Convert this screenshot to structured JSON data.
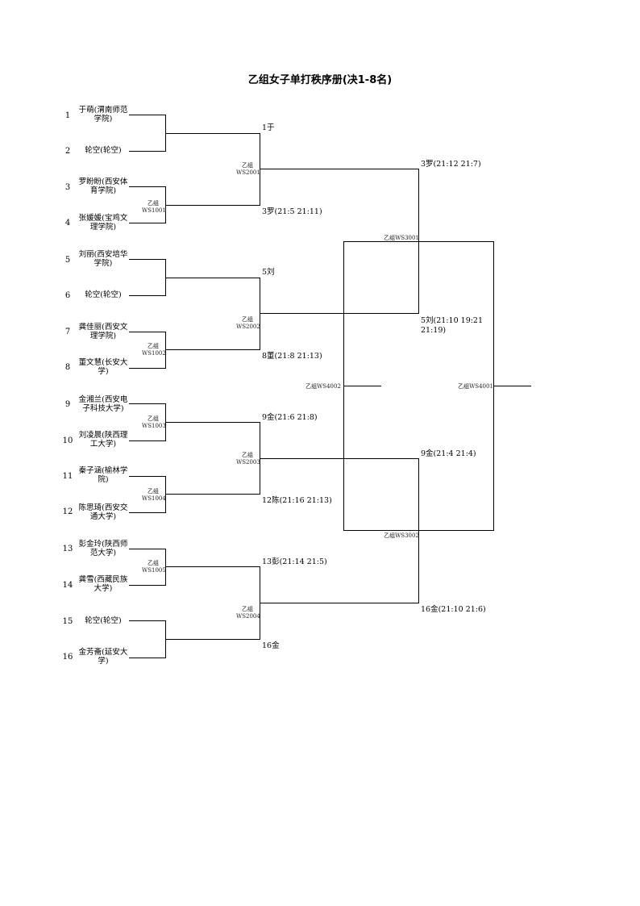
{
  "title": "乙组女子单打秩序册(决1-8名)",
  "players": [
    {
      "seed": "1",
      "name": "于萌(渭南师范学院)"
    },
    {
      "seed": "2",
      "name": "轮空(轮空)"
    },
    {
      "seed": "3",
      "name": "罗盼盼(西安体育学院)"
    },
    {
      "seed": "4",
      "name": "张媛媛(宝鸡文理学院)"
    },
    {
      "seed": "5",
      "name": "刘丽(西安培华学院)"
    },
    {
      "seed": "6",
      "name": "轮空(轮空)"
    },
    {
      "seed": "7",
      "name": "龚佳丽(西安文理学院)"
    },
    {
      "seed": "8",
      "name": "董文慧(长安大学)"
    },
    {
      "seed": "9",
      "name": "金湘兰(西安电子科技大学)"
    },
    {
      "seed": "10",
      "name": "刘凌晨(陕西理工大学)"
    },
    {
      "seed": "11",
      "name": "秦子涵(榆林学院)"
    },
    {
      "seed": "12",
      "name": "陈思琦(西安交通大学)"
    },
    {
      "seed": "13",
      "name": "彭金玲(陕西师范大学)"
    },
    {
      "seed": "14",
      "name": "龚雪(西藏民族大学)"
    },
    {
      "seed": "15",
      "name": "轮空(轮空)"
    },
    {
      "seed": "16",
      "name": "金芳斋(延安大学)"
    }
  ],
  "round1_codes": [
    {
      "group": "乙组",
      "code": "WS1001"
    },
    {
      "group": "乙组",
      "code": "WS1002"
    },
    {
      "group": "乙组",
      "code": "WS1003"
    },
    {
      "group": "乙组",
      "code": "WS1004"
    },
    {
      "group": "乙组",
      "code": "WS1005"
    }
  ],
  "round2_codes": [
    {
      "group": "乙组",
      "code": "WS2001"
    },
    {
      "group": "乙组",
      "code": "WS2002"
    },
    {
      "group": "乙组",
      "code": "WS2003"
    },
    {
      "group": "乙组",
      "code": "WS2004"
    }
  ],
  "round1_results": [
    "1于",
    "3罗(21:5 21:11)",
    "5刘",
    "8董(21:8 21:13)",
    "9金(21:6 21:8)",
    "12陈(21:16 21:13)",
    "13彭(21:14 21:5)",
    "16金"
  ],
  "round2_results": [
    "3罗(21:12 21:7)",
    "5刘(21:10 19:21 21:19)",
    "9金(21:4 21:4)",
    "16金(21:10 21:6)"
  ],
  "semi_codes": [
    "乙组WS3001",
    "乙组WS3002"
  ],
  "final_codes": [
    "乙组WS4002",
    "乙组WS4001"
  ]
}
